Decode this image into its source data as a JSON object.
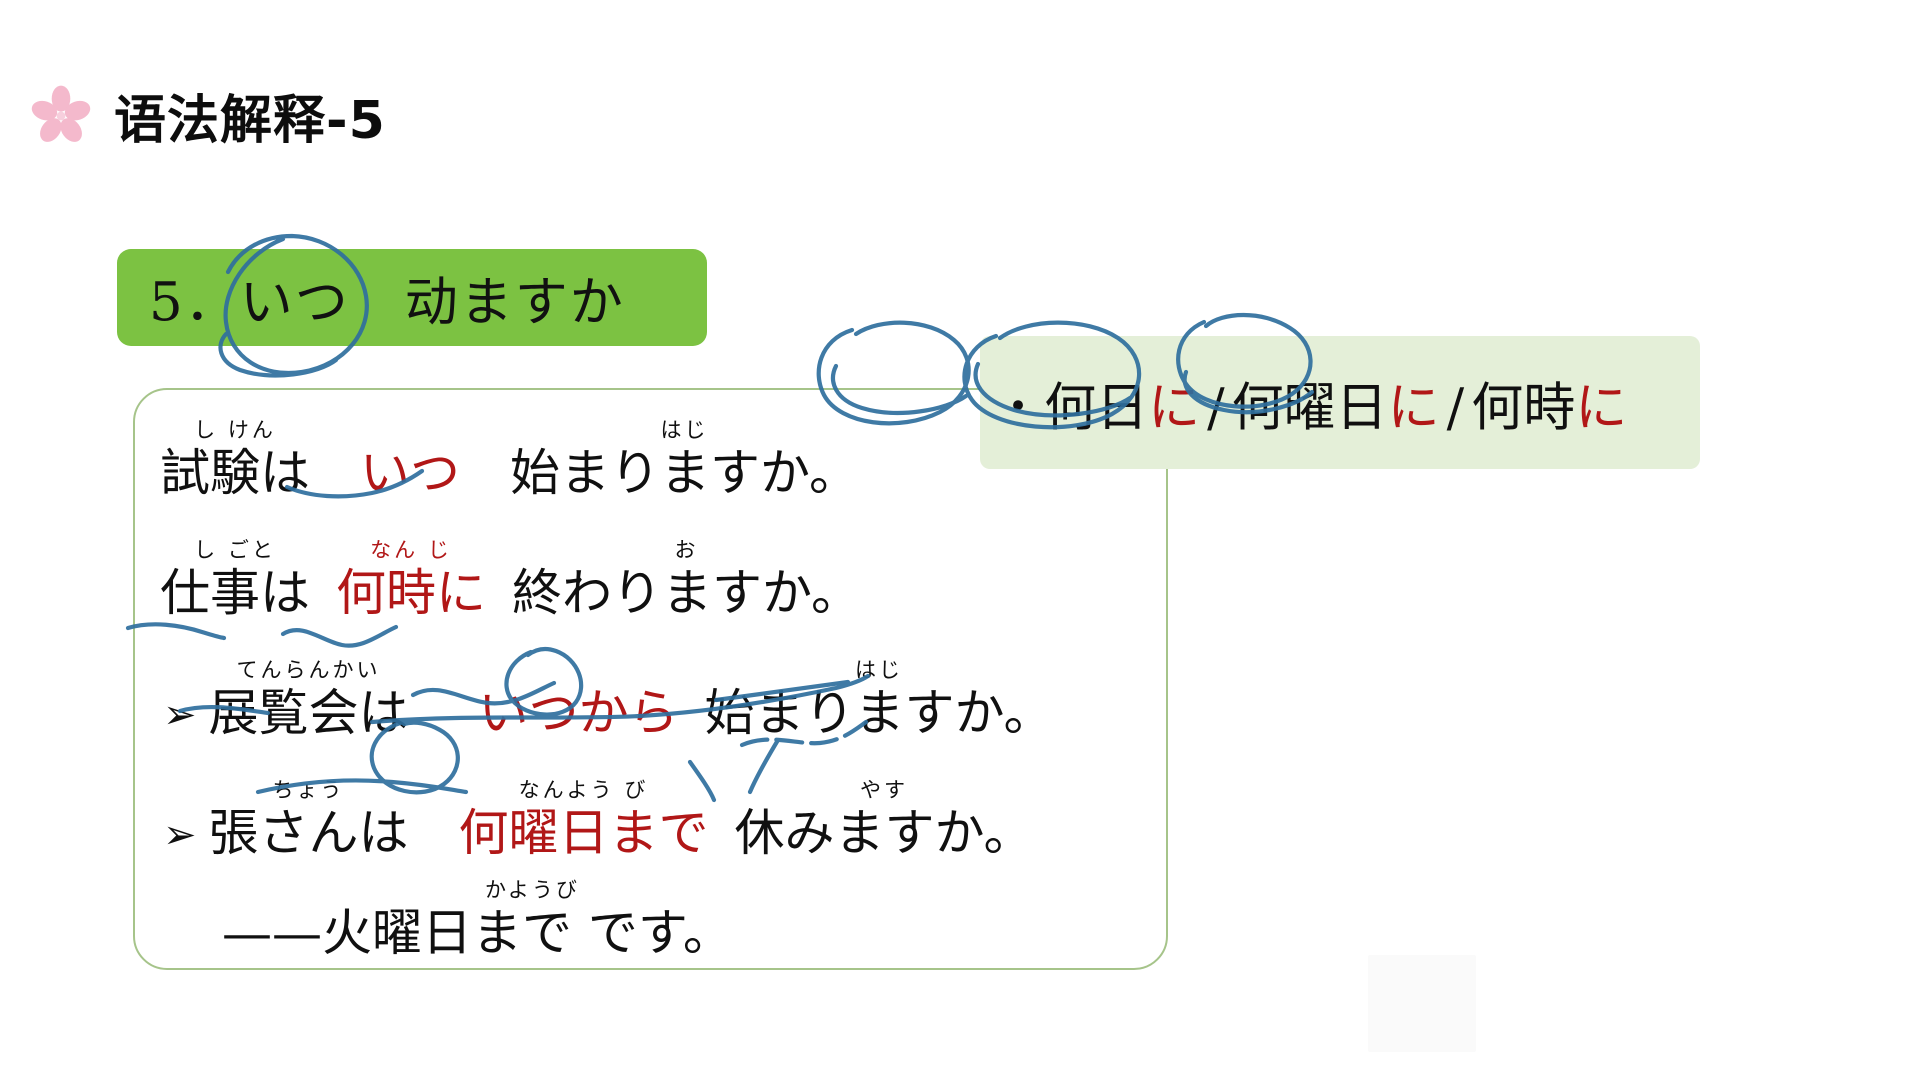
{
  "slide": {
    "title": "语法解释-5",
    "title_icon": "cherry-blossom-icon",
    "background_color": "#ffffff"
  },
  "banner": {
    "text": "5．いつ　动ますか",
    "background_color": "#7cc242",
    "text_color": "#111111"
  },
  "colors": {
    "banner_green": "#7cc242",
    "panel_green": "#e4efd8",
    "box_border_green": "#a6c48a",
    "highlight_red": "#b11717",
    "ink_blue": "#2f6f9e",
    "sakura_pink": "#f4b9cc"
  },
  "content_box": {
    "border_color": "#a6c48a",
    "examples": [
      {
        "marker": "",
        "segments": [
          {
            "text": "試験は",
            "ruby": "し けん",
            "color": "black"
          },
          {
            "text": "いつ",
            "ruby": "",
            "color": "red"
          },
          {
            "text": "始まりますか。",
            "ruby": "はじ",
            "color": "black"
          }
        ]
      },
      {
        "marker": "",
        "segments": [
          {
            "text": "仕事は",
            "ruby": "し ごと",
            "color": "black"
          },
          {
            "text": "何時に",
            "ruby": "なん じ",
            "color": "red"
          },
          {
            "text": "終わりますか。",
            "ruby": "お",
            "color": "black"
          }
        ]
      },
      {
        "marker": "➢",
        "segments": [
          {
            "text": "展覧会は",
            "ruby": "てんらんかい",
            "color": "black"
          },
          {
            "text": "いつから",
            "ruby": "",
            "color": "red"
          },
          {
            "text": "始まりますか。",
            "ruby": "はじ",
            "color": "black"
          }
        ]
      },
      {
        "marker": "➢",
        "segments": [
          {
            "text": "張さんは",
            "ruby": "ちょう",
            "color": "black"
          },
          {
            "text": "何曜日まで",
            "ruby": "なんよう び",
            "color": "red"
          },
          {
            "text": "休みますか。",
            "ruby": "やす",
            "color": "black"
          }
        ]
      },
      {
        "marker": "",
        "segments": [
          {
            "text": "——火曜日まで です。",
            "ruby": "かようび",
            "color": "black"
          }
        ]
      }
    ]
  },
  "side_panel": {
    "bullet": "•",
    "background_color": "#e4efd8",
    "items": [
      {
        "base": "何日",
        "particle": "に"
      },
      {
        "base": "何曜日",
        "particle": "に"
      },
      {
        "base": "何時",
        "particle": "に"
      }
    ],
    "separator": "/"
  },
  "annotations": {
    "ink_color": "#2f6f9e",
    "circles": [
      "banner-itsu-circle",
      "nanichi-ni-circle",
      "nanyoubi-ni-circle",
      "nanji-ni-circle",
      "made-circle",
      "kayoubi-made-circle"
    ],
    "underlines": [
      "itsu-underline",
      "shigoto-underline",
      "nanji-underline",
      "itsukara-underline",
      "hajimarimasuka-underline",
      "chou-underline",
      "yasumimasuka-underline"
    ]
  }
}
